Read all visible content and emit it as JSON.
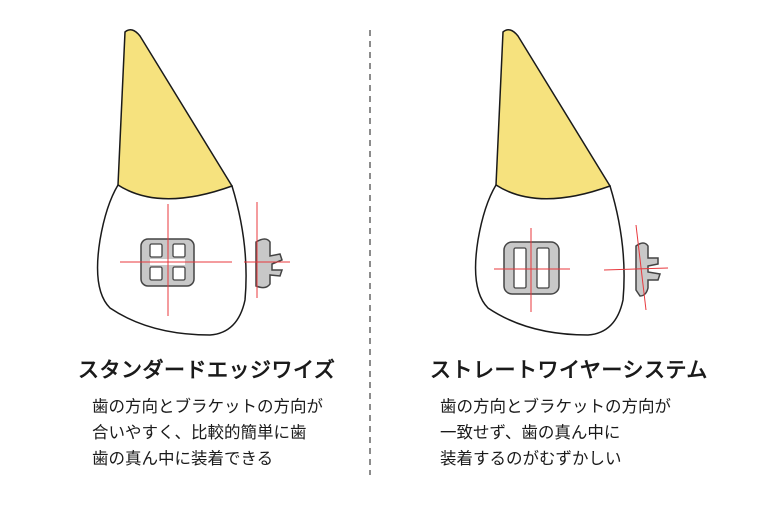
{
  "colors": {
    "root": "#f6e27e",
    "outline": "#1a1a1a",
    "bracket_fill": "#c8c8c8",
    "bracket_stroke": "#444444",
    "reference_line": "#e8383d",
    "divider": "#666666"
  },
  "left_panel": {
    "title": "スタンダードエッジワイズ",
    "description": [
      "歯の方向とブラケットの方向が",
      "合いやすく、比較的簡単に歯",
      "歯の真ん中に装着できる"
    ]
  },
  "right_panel": {
    "title": "ストレートワイヤーシステム",
    "description": [
      "歯の方向とブラケットの方向が",
      "一致せず、歯の真ん中に",
      "装着するのがむずかしい"
    ]
  }
}
